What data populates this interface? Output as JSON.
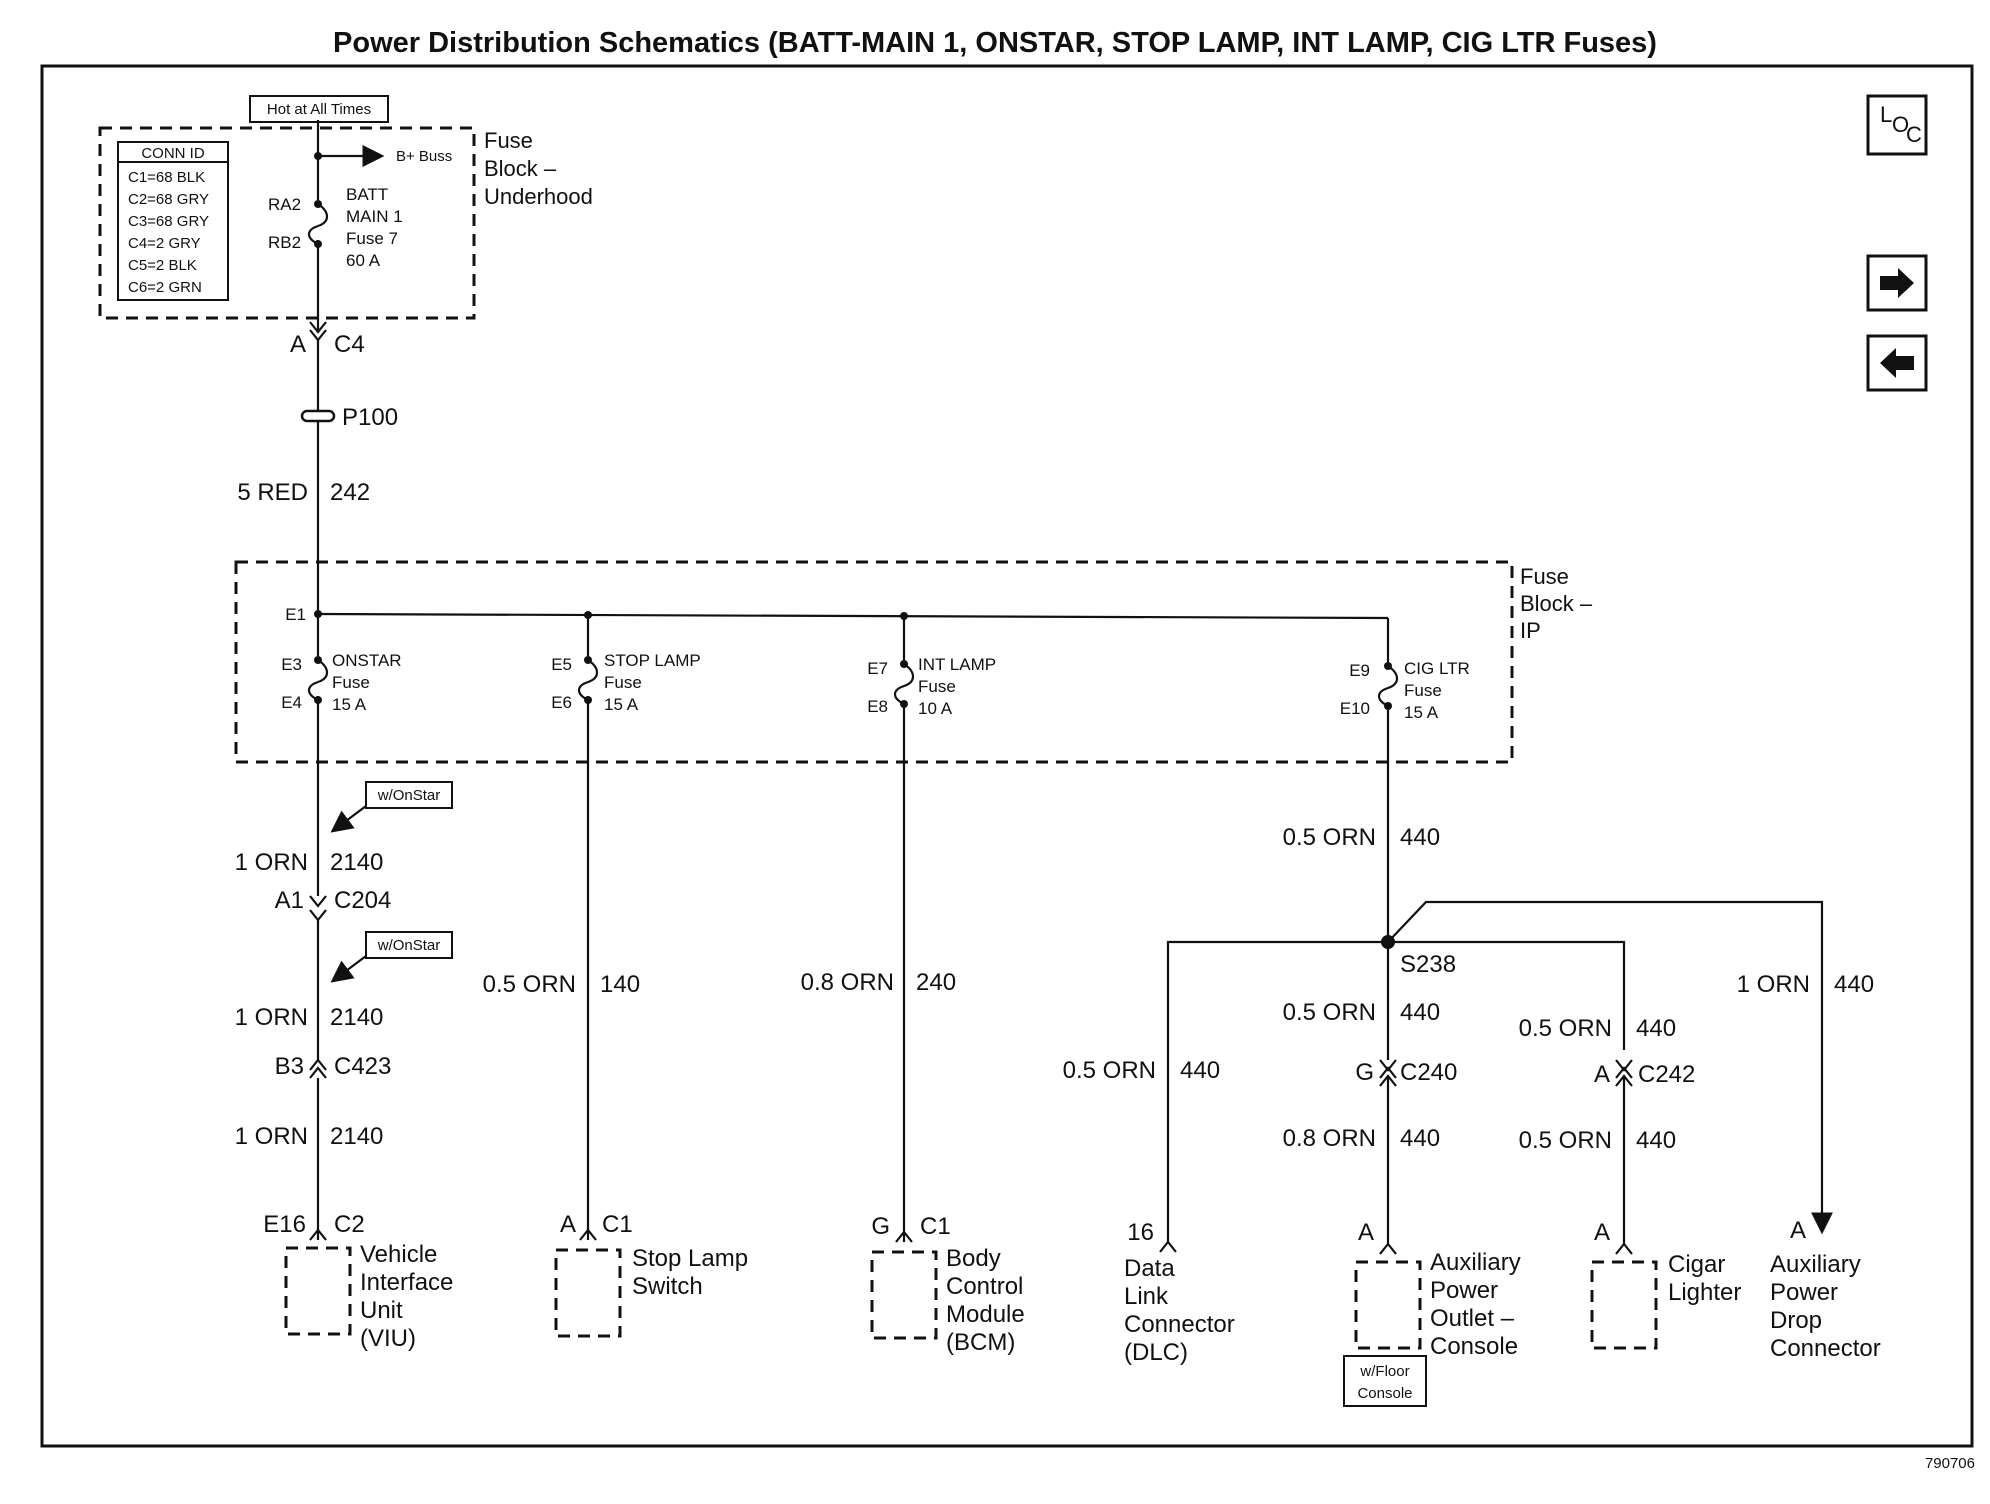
{
  "title": "Power Distribution Schematics (BATT-MAIN 1, ONSTAR, STOP LAMP, INT LAMP, CIG LTR Fuses)",
  "figure_number": "790706",
  "nav": {
    "loc_l": "L",
    "loc_o": "O",
    "loc_c": "C",
    "next_icon": "right-arrow-icon",
    "prev_icon": "left-arrow-icon"
  },
  "underhood": {
    "hot_label": "Hot at All Times",
    "block_label": [
      "Fuse",
      "Block –",
      "Underhood"
    ],
    "conn_id_title": "CONN ID",
    "conn_ids": [
      "C1=68 BLK",
      "C2=68 GRY",
      "C3=68 GRY",
      "C4=2 GRY",
      "C5=2 BLK",
      "C6=2 GRN"
    ],
    "bplus": "B+ Buss",
    "term_top": "RA2",
    "term_bottom": "RB2",
    "fuse_text": [
      "BATT",
      "MAIN 1",
      "Fuse 7",
      "60 A"
    ]
  },
  "main_feed": {
    "conn_pin": "A",
    "conn_name": "C4",
    "splice": "P100",
    "wire_color": "5 RED",
    "wire_circuit": "242"
  },
  "ip_block": {
    "label": [
      "Fuse",
      "Block –",
      "IP"
    ],
    "bus_terminal": "E1",
    "fuses": [
      {
        "in": "E3",
        "out": "E4",
        "name": "ONSTAR",
        "type": "Fuse",
        "rating": "15 A"
      },
      {
        "in": "E5",
        "out": "E6",
        "name": "STOP LAMP",
        "type": "Fuse",
        "rating": "15 A"
      },
      {
        "in": "E7",
        "out": "E8",
        "name": "INT LAMP",
        "type": "Fuse",
        "rating": "10 A"
      },
      {
        "in": "E9",
        "out": "E10",
        "name": "CIG LTR",
        "type": "Fuse",
        "rating": "15 A"
      }
    ]
  },
  "onstar_branch": {
    "note1": "w/OnStar",
    "wire1_color": "1 ORN",
    "wire1_circuit": "2140",
    "conn1_pin": "A1",
    "conn1_name": "C204",
    "note2": "w/OnStar",
    "wire2_color": "1 ORN",
    "wire2_circuit": "2140",
    "conn2_pin": "B3",
    "conn2_name": "C423",
    "wire3_color": "1 ORN",
    "wire3_circuit": "2140",
    "comp_pin": "E16",
    "comp_conn": "C2",
    "component": [
      "Vehicle",
      "Interface",
      "Unit",
      "(VIU)"
    ]
  },
  "stop_branch": {
    "wire_color": "0.5 ORN",
    "wire_circuit": "140",
    "comp_pin": "A",
    "comp_conn": "C1",
    "component": [
      "Stop Lamp",
      "Switch"
    ]
  },
  "int_branch": {
    "wire_color": "0.8 ORN",
    "wire_circuit": "240",
    "comp_pin": "G",
    "comp_conn": "C1",
    "component": [
      "Body",
      "Control",
      "Module",
      "(BCM)"
    ]
  },
  "cig_branch": {
    "wire_color": "0.5 ORN",
    "wire_circuit": "440",
    "splice": "S238",
    "dlc": {
      "wire_color": "0.5 ORN",
      "wire_circuit": "440",
      "pin": "16",
      "component": [
        "Data",
        "Link",
        "Connector",
        "(DLC)"
      ]
    },
    "apo": {
      "wire1_color": "0.5 ORN",
      "wire1_circuit": "440",
      "conn_pin": "G",
      "conn_name": "C240",
      "wire2_color": "0.8 ORN",
      "wire2_circuit": "440",
      "pin": "A",
      "component": [
        "Auxiliary",
        "Power",
        "Outlet –",
        "Console"
      ],
      "note": [
        "w/Floor",
        "Console"
      ]
    },
    "cigar": {
      "wire1_color": "0.5 ORN",
      "wire1_circuit": "440",
      "conn_pin": "A",
      "conn_name": "C242",
      "wire2_color": "0.5 ORN",
      "wire2_circuit": "440",
      "pin": "A",
      "component": [
        "Cigar",
        "Lighter"
      ]
    },
    "apd": {
      "wire_color": "1 ORN",
      "wire_circuit": "440",
      "pin": "A",
      "component": [
        "Auxiliary",
        "Power",
        "Drop",
        "Connector"
      ]
    }
  }
}
